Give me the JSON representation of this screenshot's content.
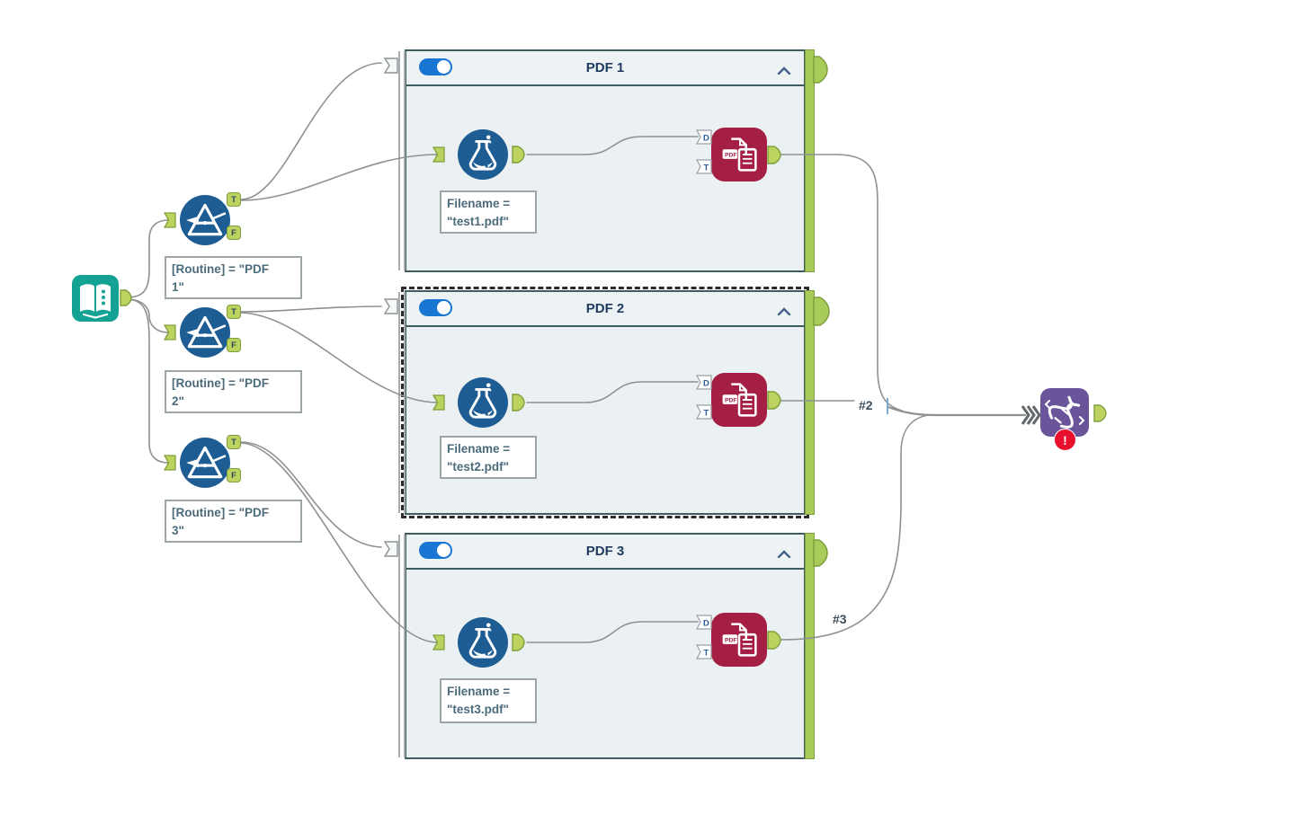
{
  "colors": {
    "input_teal": "#14A294",
    "tool_blue": "#1E5C94",
    "pdf_maroon": "#A51E44",
    "macro_purple": "#6A559B",
    "error_red": "#E8112D",
    "anchor_green": "#BCD35F",
    "toggle_blue": "#1976D2"
  },
  "filters": [
    {
      "annotation": {
        "line1": "[Routine] = \"PDF",
        "line2": "1\""
      },
      "anchors": {
        "t": "T",
        "f": "F"
      }
    },
    {
      "annotation": {
        "line1": "[Routine] = \"PDF",
        "line2": "2\""
      },
      "anchors": {
        "t": "T",
        "f": "F"
      }
    },
    {
      "annotation": {
        "line1": "[Routine] = \"PDF",
        "line2": "3\""
      },
      "anchors": {
        "t": "T",
        "f": "F"
      }
    }
  ],
  "containers": [
    {
      "title": "PDF 1",
      "annotation": {
        "line1": "Filename =",
        "line2": "\"test1.pdf\""
      },
      "pdf_anchors": {
        "d": "D",
        "t": "T"
      },
      "pdf_badge": "PDF"
    },
    {
      "title": "PDF 2",
      "annotation": {
        "line1": "Filename =",
        "line2": "\"test2.pdf\""
      },
      "pdf_anchors": {
        "d": "D",
        "t": "T"
      },
      "pdf_badge": "PDF"
    },
    {
      "title": "PDF 3",
      "annotation": {
        "line1": "Filename =",
        "line2": "\"test3.pdf\""
      },
      "pdf_anchors": {
        "d": "D",
        "t": "T"
      },
      "pdf_badge": "PDF"
    }
  ],
  "connection_labels": {
    "second": "#2",
    "third": "#3"
  },
  "error_badge": "!"
}
